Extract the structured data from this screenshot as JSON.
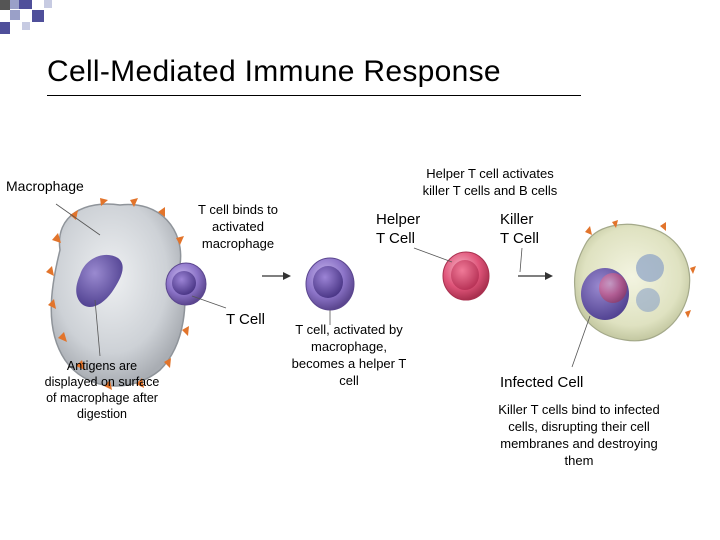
{
  "title": "Cell-Mediated Immune Response",
  "labels": {
    "macrophage": "Macrophage",
    "antigens_note": [
      "Antigens are",
      "displayed on surface",
      "of macrophage after",
      "digestion"
    ],
    "binds_note": [
      "T cell binds to",
      "activated",
      "macrophage"
    ],
    "t_cell": "T Cell",
    "activated_note": [
      "T cell, activated by",
      "macrophage,",
      "becomes a helper T",
      "cell"
    ],
    "helper_activates": [
      "Helper T cell activates",
      "killer T cells and B cells"
    ],
    "helper_t_cell": [
      "Helper",
      "T Cell"
    ],
    "killer_t_cell": [
      "Killer",
      "T Cell"
    ],
    "infected_cell": "Infected Cell",
    "killer_note": [
      "Killer T cells bind to infected",
      "cells, disrupting their cell",
      "membranes and destroying",
      "them"
    ]
  },
  "colors": {
    "accent_squares": "#4f4f9a",
    "macrophage_body": "#cfd3d8",
    "nucleus_purple": "#6b5aa8",
    "t_cell_purple": "#8b74c4",
    "helper_pink": "#e0557a",
    "antigen_orange": "#e2742b",
    "infected_body": "#e3e6c9"
  }
}
